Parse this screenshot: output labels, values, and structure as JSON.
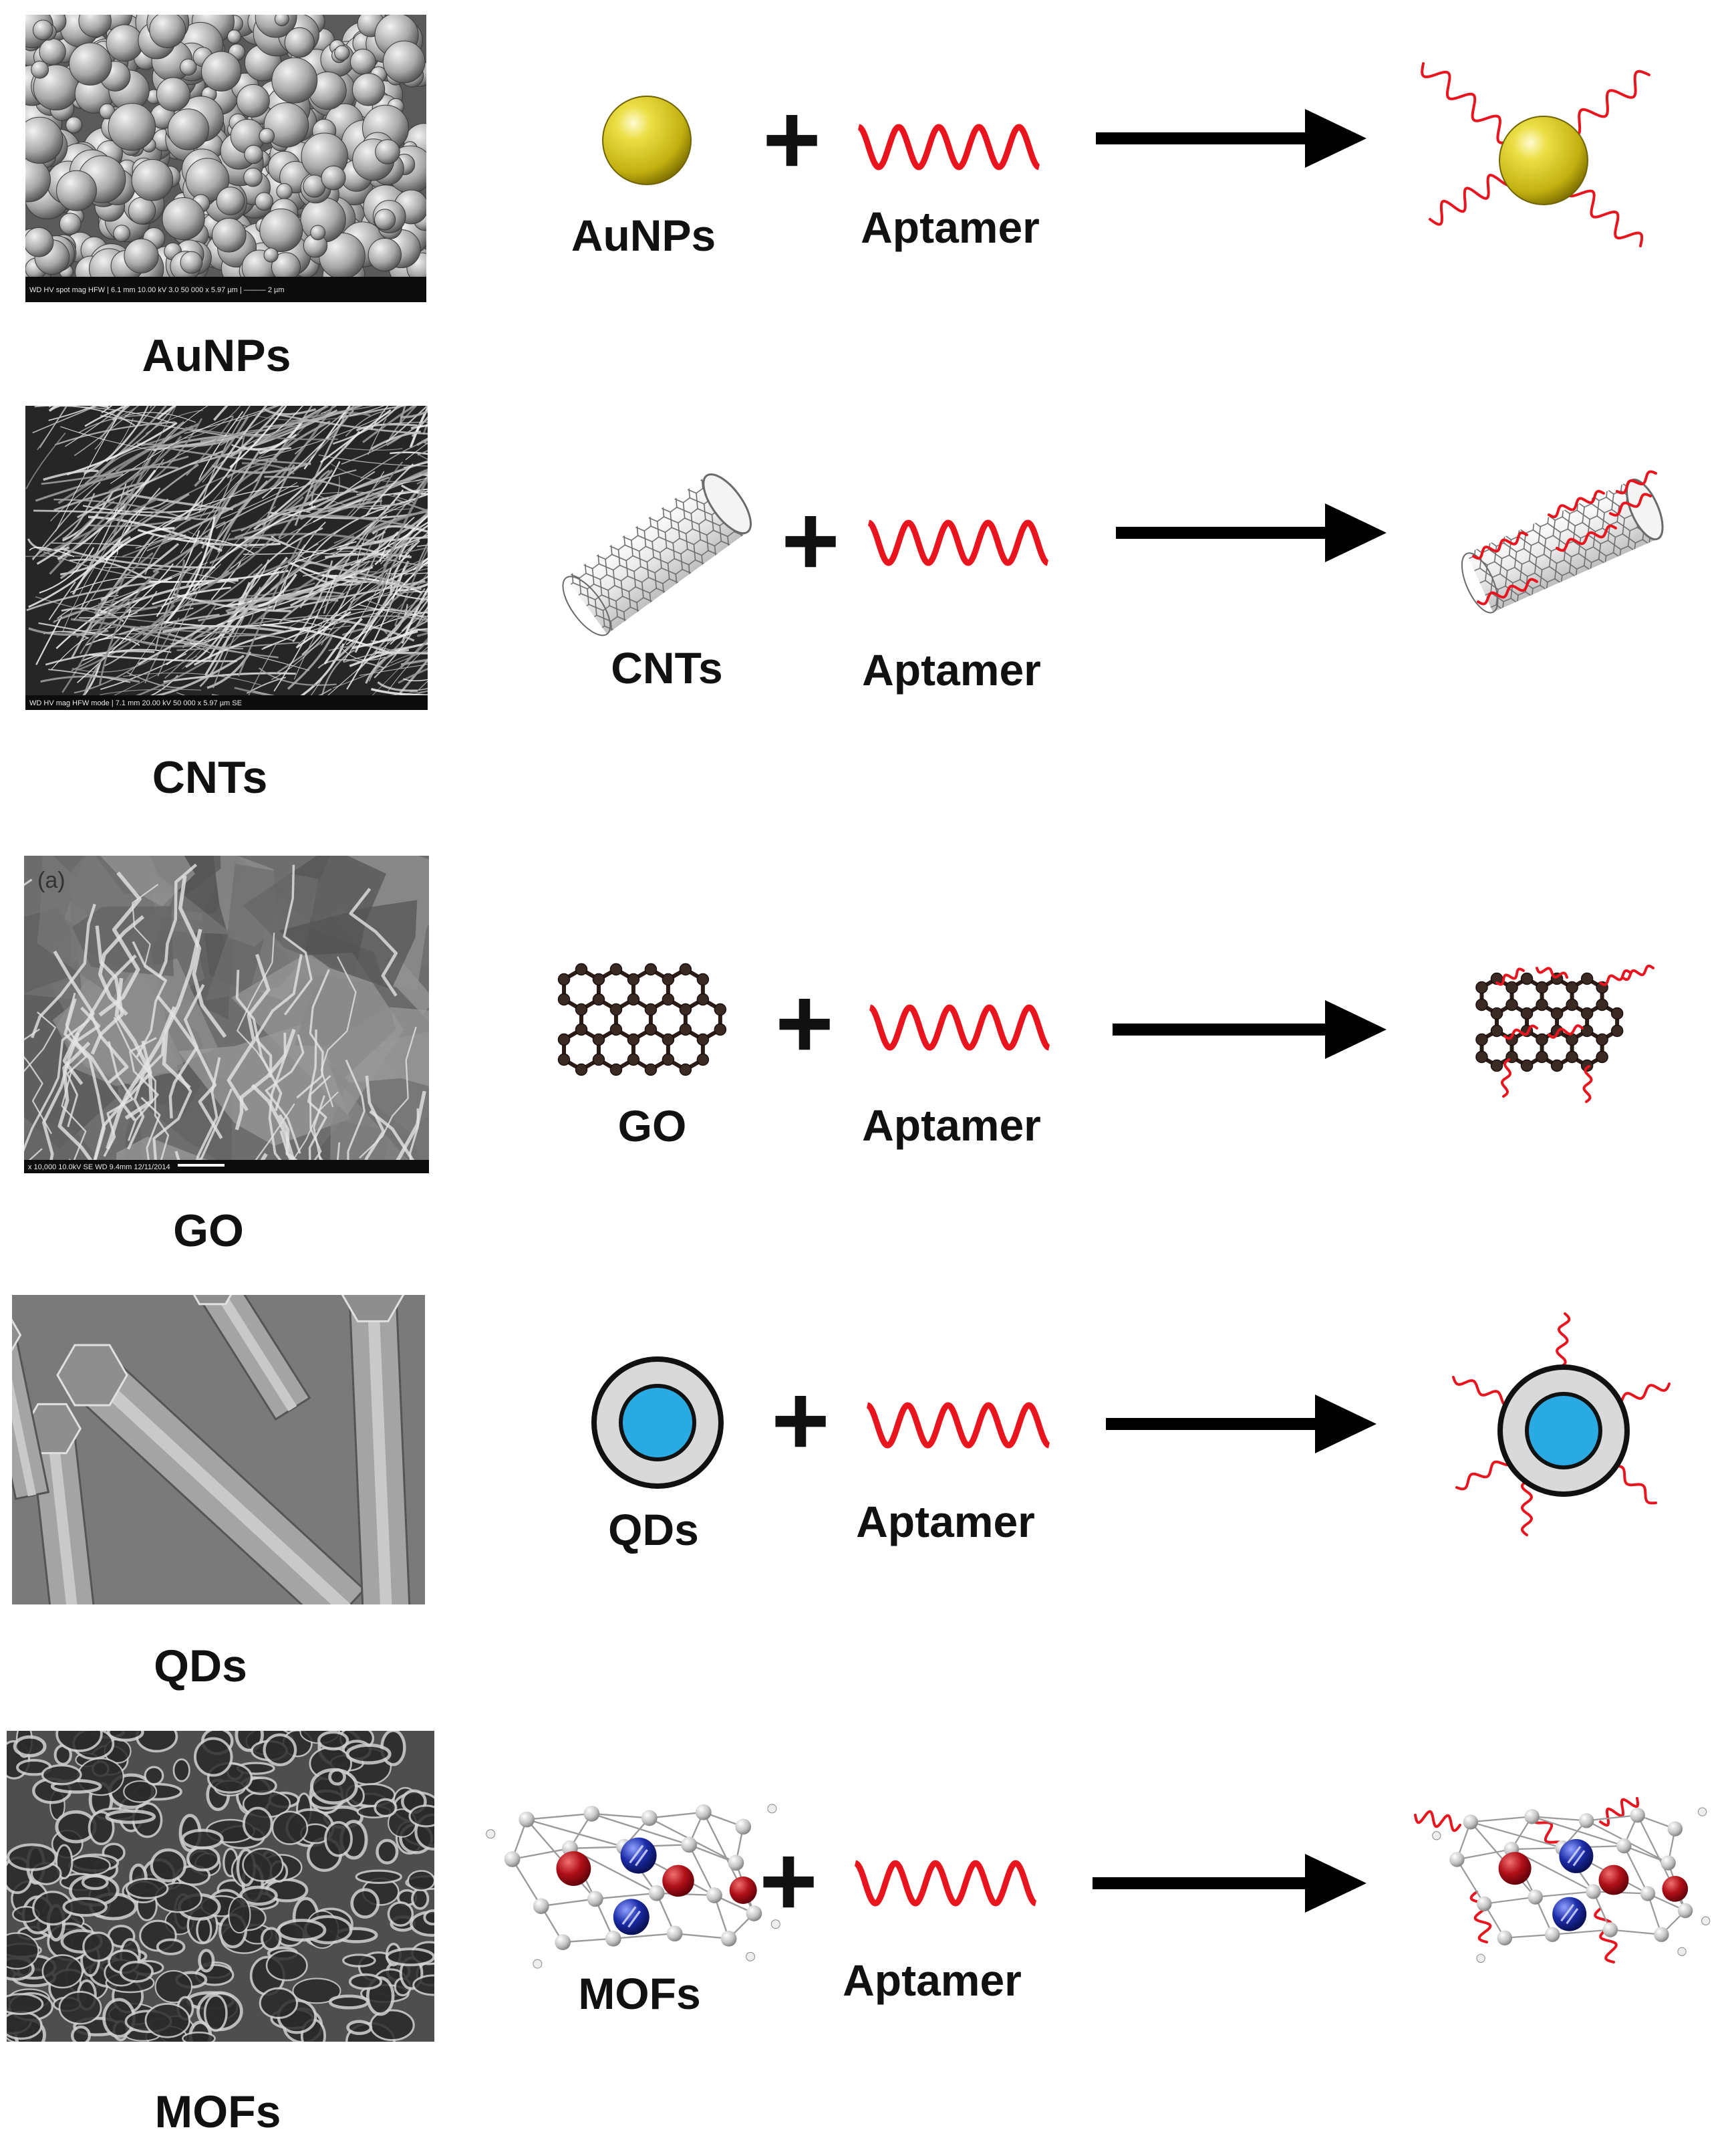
{
  "rows": [
    {
      "key": "aunp",
      "sem_label": "AuNPs",
      "material_label": "AuNPs",
      "aptamer_label": "Aptamer",
      "sem_texture": "granular-spheres",
      "infobar_text": "WD  HV  spot  mag  HFW   |   6.1 mm  10.00 kV  3.0  50 000 x  5.97 µm   |   ——— 2 µm",
      "scale_mark": ""
    },
    {
      "key": "cnt",
      "sem_label": "CNTs",
      "material_label": "CNTs",
      "aptamer_label": "Aptamer",
      "sem_texture": "fibrous-network",
      "infobar_text": "WD  HV  mag  HFW  mode   |   7.1 mm  20.00 kV  50 000 x  5.97 µm  SE",
      "scale_mark": ""
    },
    {
      "key": "go",
      "sem_label": "GO",
      "material_label": "GO",
      "aptamer_label": "Aptamer",
      "sem_texture": "wrinkled-sheets",
      "infobar_text": "x 10,000   10.0kV SE   WD 9.4mm   12/11/2014",
      "scale_mark": "(a)"
    },
    {
      "key": "qd",
      "sem_label": "QDs",
      "material_label": "QDs",
      "aptamer_label": "Aptamer",
      "sem_texture": "hexagonal-rods",
      "infobar_text": "",
      "scale_mark": ""
    },
    {
      "key": "mof",
      "sem_label": "MOFs",
      "material_label": "MOFs",
      "aptamer_label": "Aptamer",
      "sem_texture": "porous-foam",
      "infobar_text": "",
      "scale_mark": ""
    }
  ],
  "plus_symbol": "+",
  "colors": {
    "gold": "#d4c21c",
    "aptamer_red": "#e8141e",
    "qd_core": "#2aaae2",
    "qd_shell": "#d9d9d9",
    "carbon": "#3b2a24",
    "mof_red": "#a8101a",
    "mof_blue": "#1a2c9a",
    "node_grey": "#cfcfcf",
    "arrow": "#000000"
  },
  "icons": {
    "gold_nanoparticle": "gold-sphere-icon",
    "carbon_nanotube": "nanotube-icon",
    "graphene_oxide": "graphene-lattice-icon",
    "quantum_dot": "core-shell-dot-icon",
    "metal_organic_framework": "mof-cage-icon",
    "aptamer": "wavy-strand-icon",
    "reaction_arrow": "right-arrow-icon"
  }
}
